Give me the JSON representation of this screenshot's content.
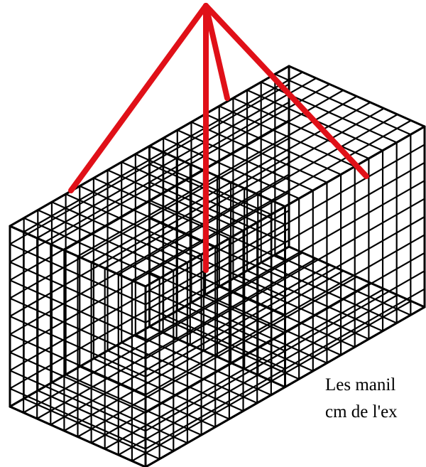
{
  "caption": {
    "line1": "Les manil",
    "line2": "cm de l'ex"
  },
  "colors": {
    "mesh": "#000000",
    "lifting_cables": "#e01018",
    "background": "#ffffff"
  },
  "diagram": {
    "subject": "gabion wire-mesh basket lifted by four-leg sling",
    "mesh_divisions": {
      "along_length": 20,
      "along_width": 10,
      "along_height": 10
    },
    "sling_legs": 4
  }
}
